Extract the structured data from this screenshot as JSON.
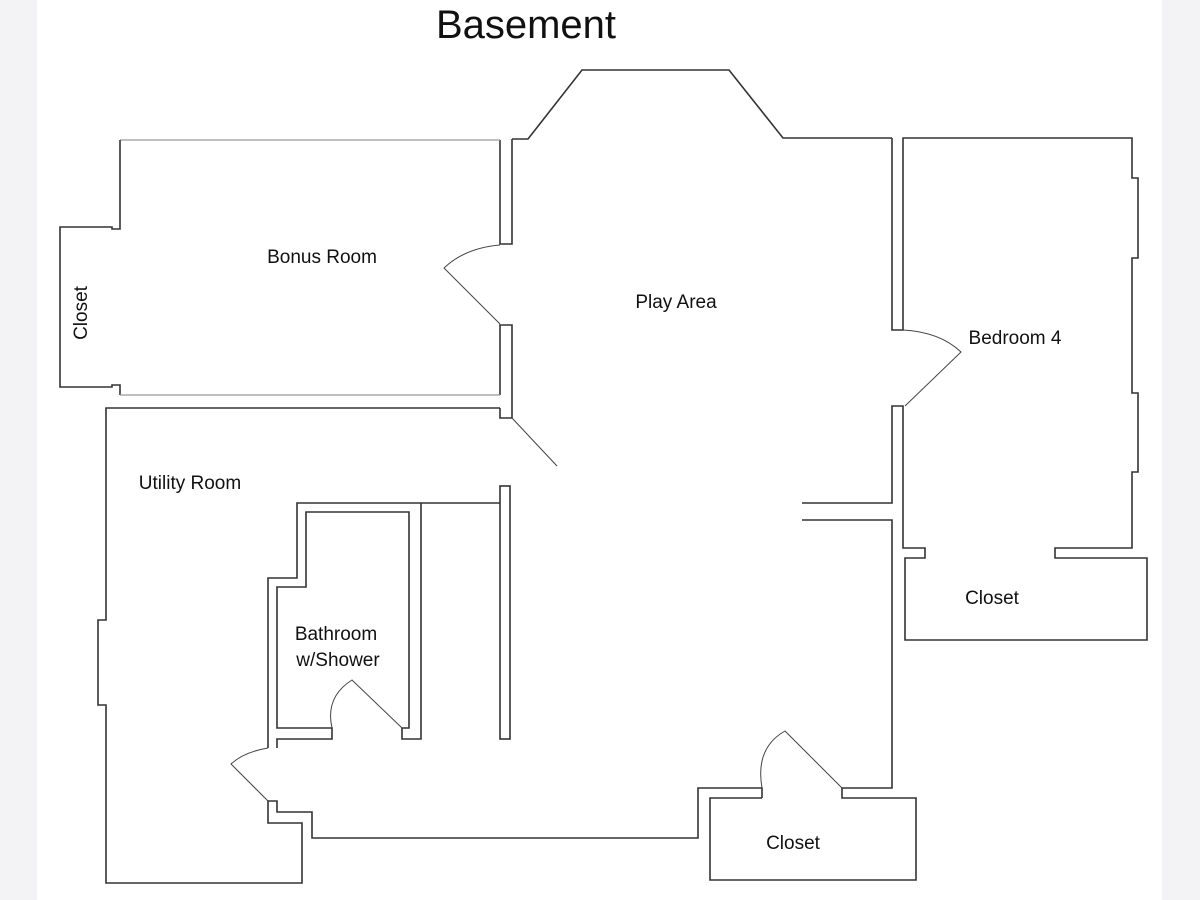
{
  "title": "Basement",
  "rooms": {
    "bonus_room": "Bonus Room",
    "play_area": "Play Area",
    "bedroom_4": "Bedroom 4",
    "bonus_closet": "Closet",
    "utility_room": "Utility Room",
    "bathroom_line1": "Bathroom",
    "bathroom_line2": "w/Shower",
    "bedroom_closet": "Closet",
    "play_closet": "Closet"
  }
}
